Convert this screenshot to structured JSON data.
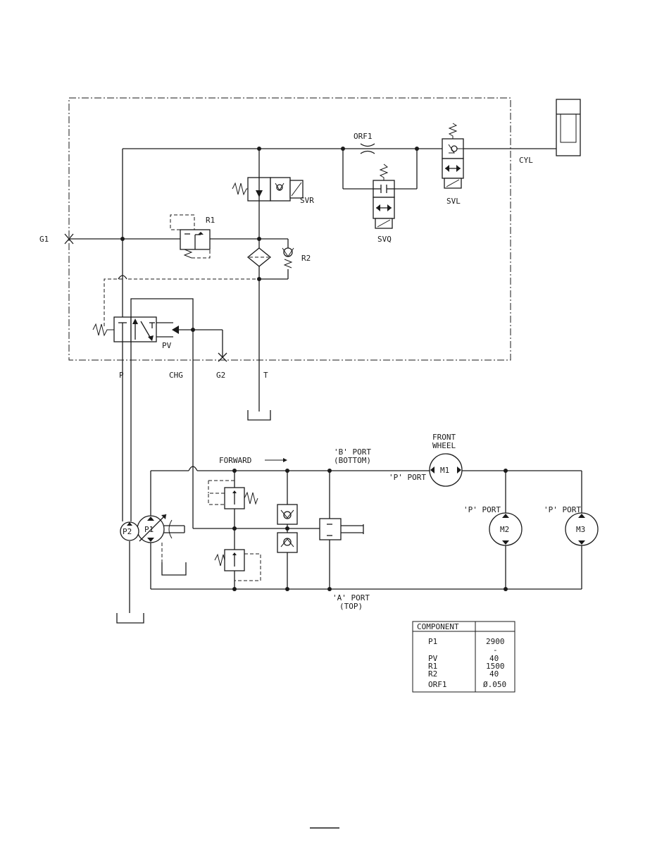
{
  "labels": {
    "g1": "G1",
    "r1": "R1",
    "r2": "R2",
    "svr": "SVR",
    "orf1": "ORF1",
    "svq": "SVQ",
    "svl": "SVL",
    "cyl": "CYL",
    "pv": "PV",
    "p": "P",
    "chg": "CHG",
    "g2": "G2",
    "t": "T",
    "forward": "FORWARD",
    "b_port": "'B' PORT",
    "b_port_sub": "(BOTTOM)",
    "a_port": "'A' PORT",
    "a_port_sub": "(TOP)",
    "front": "FRONT",
    "wheel": "WHEEL",
    "p_port_m1": "'P' PORT",
    "p_port_m2": "'P' PORT",
    "p_port_m3": "'P' PORT",
    "m1": "M1",
    "m2": "M2",
    "m3": "M3",
    "p1": "P1",
    "p2": "P2"
  },
  "table": {
    "header": "COMPONENT",
    "rows": [
      {
        "component": "P1",
        "value": "2900"
      },
      {
        "component": "",
        "value": "-"
      },
      {
        "component": "PV",
        "value": "40"
      },
      {
        "component": "R1",
        "value": "1500"
      },
      {
        "component": "R2",
        "value": "40"
      },
      {
        "component": "ORF1",
        "value": "Ø.050"
      }
    ]
  }
}
